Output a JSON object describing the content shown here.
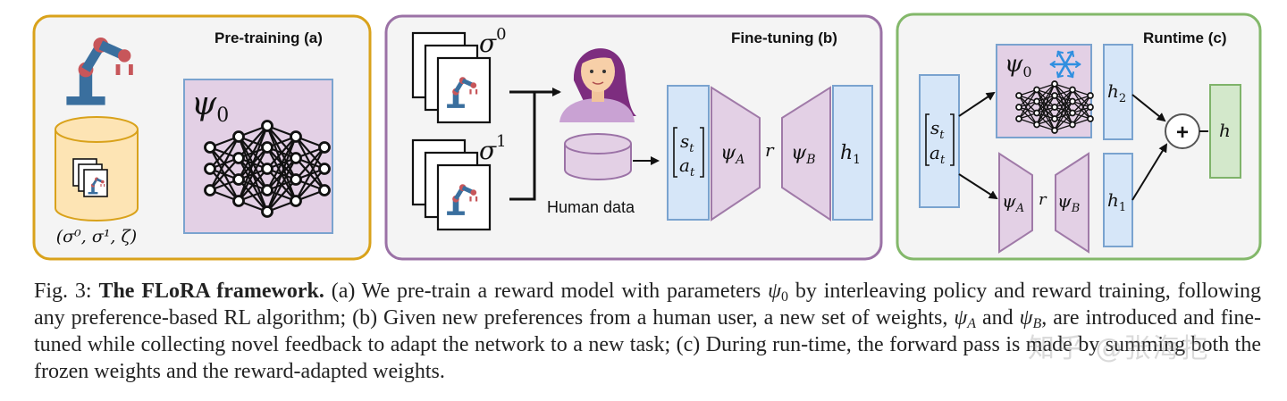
{
  "panels": {
    "pretraining": {
      "title": "Pre-training (a)",
      "model_label": "ψ",
      "model_sub": "0",
      "dataset_label": "(σ⁰, σ¹, ζ)"
    },
    "finetuning": {
      "title": "Fine-tuning (b)",
      "traj0_label": "σ",
      "traj0_sup": "0",
      "traj1_label": "σ",
      "traj1_sup": "1",
      "human_data_label": "Human data",
      "state_label": "s",
      "state_sub": "t",
      "action_label": "a",
      "action_sub": "t",
      "psiA": "ψ",
      "psiA_sub": "A",
      "rank": "r",
      "psiB": "ψ",
      "psiB_sub": "B",
      "h1": "h",
      "h1_sub": "1"
    },
    "runtime": {
      "title": "Runtime (c)",
      "psi0": "ψ",
      "psi0_sub": "0",
      "state_label": "s",
      "state_sub": "t",
      "action_label": "a",
      "action_sub": "t",
      "psiA": "ψ",
      "psiA_sub": "A",
      "rank": "r",
      "psiB": "ψ",
      "psiB_sub": "B",
      "h2": "h",
      "h2_sub": "2",
      "h1": "h",
      "h1_sub": "1",
      "plus": "+",
      "h_out": "h"
    }
  },
  "caption": {
    "fig_label": "Fig. 3:",
    "bold_title": "The FLoRA framework.",
    "text_1": " (a) We pre-train a reward model with parameters ",
    "psi": "ψ",
    "sub_0": "0",
    "text_2": " by interleaving policy and reward training, following any preference-based RL algorithm; (b) Given new preferences from a human user, a new set of weights, ",
    "sub_A": "A",
    "text_3": " and ",
    "sub_B": "B",
    "text_4": ", are introduced and fine-tuned while collecting novel feedback to adapt the network to a new task; (c) During run-time, the forward pass is made by summing both the frozen weights and the reward-adapted weights."
  },
  "watermark": "知乎 @张海抱",
  "colors": {
    "pretrain_border": "#d9a21b",
    "finetune_border": "#9b72a6",
    "runtime_border": "#83b86a",
    "panel_fill": "#f4f4f4",
    "purple_fill": "#e3d0e5",
    "purple_stroke": "#a07aa8",
    "blue_fill": "#d6e6f8",
    "blue_stroke": "#7aa3cf",
    "green_fill": "#d3e8cb",
    "green_stroke": "#7fb36a",
    "db_fill": "#fde4b4",
    "db_stroke": "#d9a21b",
    "robot_blue": "#3a6f9e",
    "robot_red": "#c7565a"
  }
}
